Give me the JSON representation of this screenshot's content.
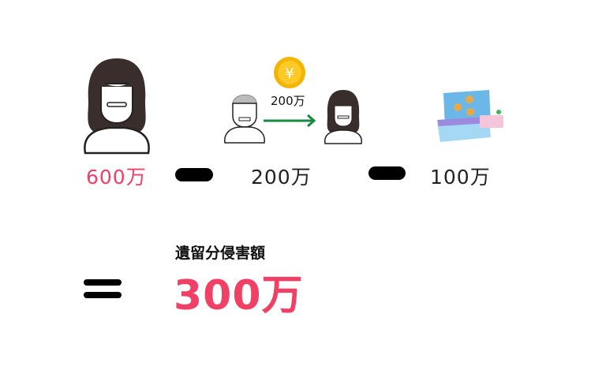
{
  "terms": {
    "estate_value": "600万",
    "gift_label": "200万",
    "gift_value": "200万",
    "debt_value": "100万"
  },
  "result": {
    "label": "遺留分侵害額",
    "value": "300万"
  },
  "colors": {
    "accent": "#f04065",
    "arrow": "#1a8a3f",
    "coin": "#f5b400"
  }
}
